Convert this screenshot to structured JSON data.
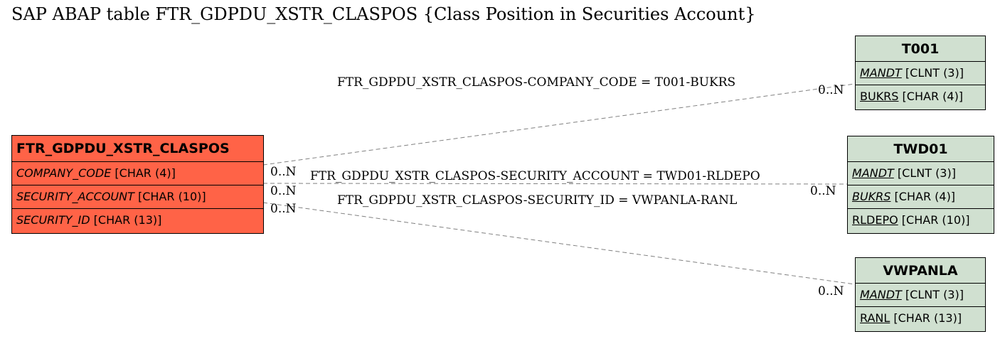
{
  "title": "SAP ABAP table FTR_GDPDU_XSTR_CLASPOS {Class Position in Securities Account}",
  "main_table": {
    "name": "FTR_GDPDU_XSTR_CLASPOS",
    "fields": [
      {
        "name": "COMPANY_CODE",
        "type": "[CHAR (4)]"
      },
      {
        "name": "SECURITY_ACCOUNT",
        "type": "[CHAR (10)]"
      },
      {
        "name": "SECURITY_ID",
        "type": "[CHAR (13)]"
      }
    ]
  },
  "ref_tables": [
    {
      "name": "T001",
      "fields": [
        {
          "name": "MANDT",
          "type": "[CLNT (3)]"
        },
        {
          "name": "BUKRS",
          "type": "[CHAR (4)]"
        }
      ]
    },
    {
      "name": "TWD01",
      "fields": [
        {
          "name": "MANDT",
          "type": "[CLNT (3)]"
        },
        {
          "name": "BUKRS",
          "type": "[CHAR (4)]"
        },
        {
          "name": "RLDEPO",
          "type": "[CHAR (10)]"
        }
      ]
    },
    {
      "name": "VWPANLA",
      "fields": [
        {
          "name": "MANDT",
          "type": "[CLNT (3)]"
        },
        {
          "name": "RANL",
          "type": "[CHAR (13)]"
        }
      ]
    }
  ],
  "relations": [
    {
      "label": "FTR_GDPDU_XSTR_CLASPOS-COMPANY_CODE = T001-BUKRS",
      "source_card": "0..N",
      "target_card": "0..N"
    },
    {
      "label": "FTR_GDPDU_XSTR_CLASPOS-SECURITY_ACCOUNT = TWD01-RLDEPO",
      "source_card": "0..N",
      "target_card": "0..N"
    },
    {
      "label": "FTR_GDPDU_XSTR_CLASPOS-SECURITY_ID = VWPANLA-RANL",
      "source_card": "0..N",
      "target_card": "0..N"
    }
  ],
  "colors": {
    "main_table": "#ff6347",
    "ref_table": "#d0e0d0",
    "edge": "#808080"
  }
}
